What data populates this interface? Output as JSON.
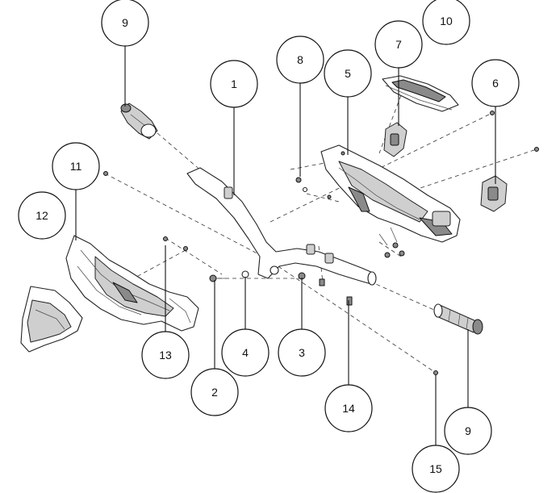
{
  "callouts": [
    {
      "id": "c1",
      "label": "1"
    },
    {
      "id": "c2",
      "label": "2"
    },
    {
      "id": "c3",
      "label": "3"
    },
    {
      "id": "c4",
      "label": "4"
    },
    {
      "id": "c5",
      "label": "5"
    },
    {
      "id": "c6",
      "label": "6"
    },
    {
      "id": "c7",
      "label": "7"
    },
    {
      "id": "c8",
      "label": "8"
    },
    {
      "id": "c9a",
      "label": "9"
    },
    {
      "id": "c9b",
      "label": "9"
    },
    {
      "id": "c10",
      "label": "10"
    },
    {
      "id": "c11",
      "label": "11"
    },
    {
      "id": "c12",
      "label": "12"
    },
    {
      "id": "c13",
      "label": "13"
    },
    {
      "id": "c14",
      "label": "14"
    },
    {
      "id": "c15",
      "label": "15"
    }
  ]
}
